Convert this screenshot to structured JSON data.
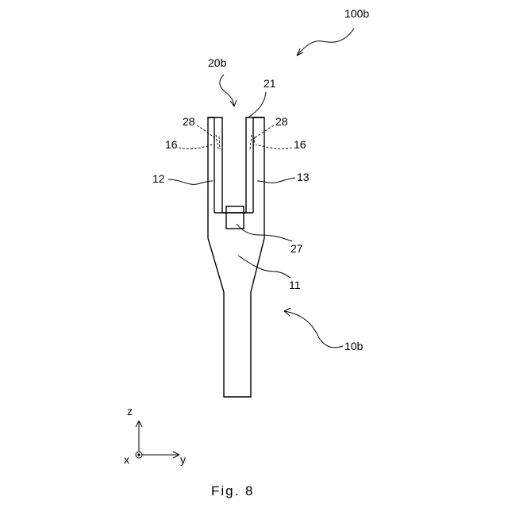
{
  "labels": {
    "assembly": "100b",
    "device": "10b",
    "upper_unit": "20b",
    "top_part": "21",
    "left_hatch": "28",
    "right_hatch": "28",
    "left_surface": "16",
    "right_surface": "16",
    "left_arm": "12",
    "right_arm": "13",
    "block": "27",
    "base": "11"
  },
  "axes": {
    "z": "z",
    "x": "x",
    "y": "y"
  },
  "caption": "Fig. 8"
}
